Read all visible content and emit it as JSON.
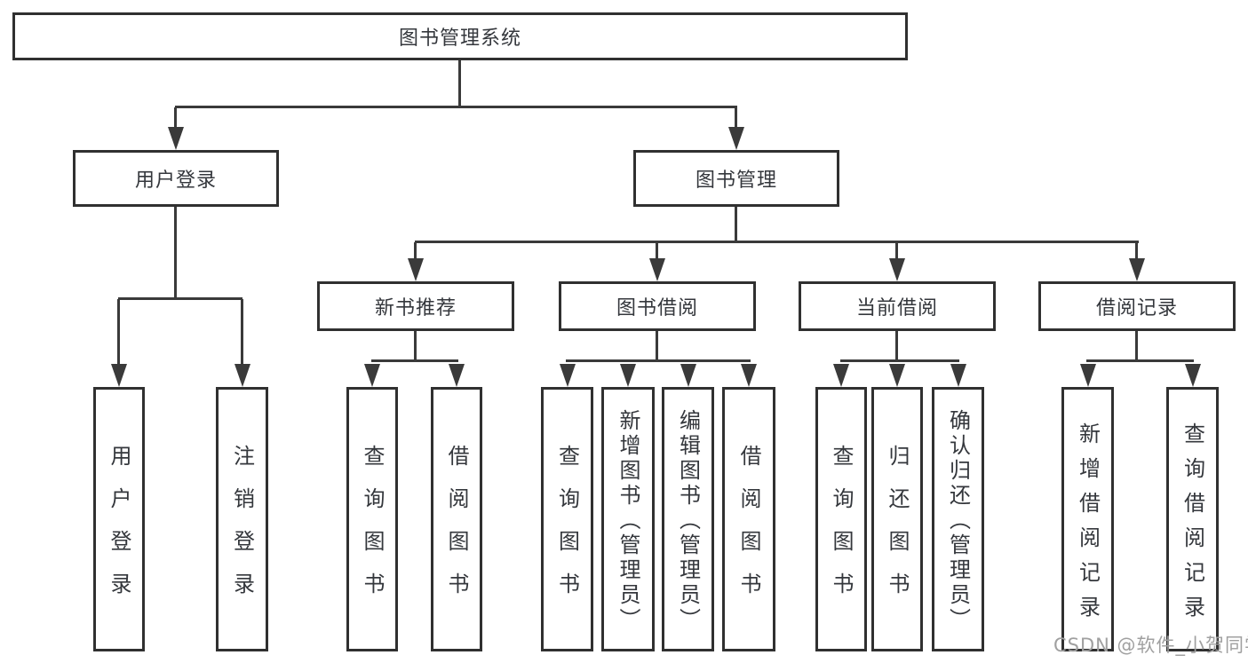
{
  "tree": {
    "root": {
      "label": "图书管理系统"
    },
    "branches": [
      {
        "label": "用户登录",
        "children": [
          {
            "label": "用户登录"
          },
          {
            "label": "注销登录"
          }
        ]
      },
      {
        "label": "图书管理",
        "children": [
          {
            "label": "新书推荐",
            "children": [
              {
                "label": "查询图书"
              },
              {
                "label": "借阅图书"
              }
            ]
          },
          {
            "label": "图书借阅",
            "children": [
              {
                "label": "查询图书"
              },
              {
                "label": "新增图书（管理员）"
              },
              {
                "label": "编辑图书（管理员）"
              },
              {
                "label": "借阅图书"
              }
            ]
          },
          {
            "label": "当前借阅",
            "children": [
              {
                "label": "查询图书"
              },
              {
                "label": "归还图书"
              },
              {
                "label": "确认归还（管理员）"
              }
            ]
          },
          {
            "label": "借阅记录",
            "children": [
              {
                "label": "新增借阅记录"
              },
              {
                "label": "查询借阅记录"
              }
            ]
          }
        ]
      }
    ]
  },
  "watermark": {
    "text": "CSDN @软件_小贺同学"
  },
  "colors": {
    "background": "#ffffff",
    "box_border": "#303030",
    "line": "#3a3a3a",
    "text": "#34373c",
    "watermark": "#a0a0a0"
  }
}
